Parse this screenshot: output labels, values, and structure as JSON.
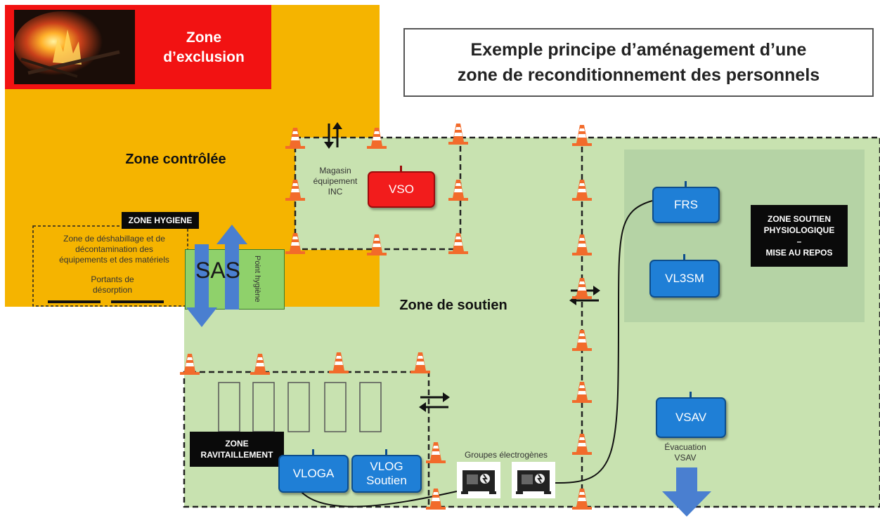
{
  "title": {
    "line1": "Exemple principe d’aménagement d’une",
    "line2": "zone de reconditionnement des personnels"
  },
  "zones": {
    "exclusion_line1": "Zone",
    "exclusion_line2": "d’exclusion",
    "controlee": "Zone contrôlée",
    "soutien": "Zone de soutien",
    "hygiene": "ZONE HYGIENE",
    "physio_line1": "ZONE SOUTIEN",
    "physio_line2": "PHYSIOLOGIQUE",
    "physio_line3": "–",
    "physio_line4": "MISE AU REPOS",
    "ravit_line1": "ZONE",
    "ravit_line2": "RAVITAILLEMENT"
  },
  "texts": {
    "decon_line1": "Zone de déshabillage et de",
    "decon_line2": "décontamination des",
    "decon_line3": "équipements et des matériels",
    "portants_line1": "Portants de",
    "portants_line2": "désorption",
    "magasin_line1": "Magasin",
    "magasin_line2": "équipement",
    "magasin_line3": "INC",
    "sas": "SAS",
    "point_hygiene": "Point hygiène",
    "groupes": "Groupes électrogènes",
    "evac_line1": "Évacuation",
    "evac_line2": "VSAV"
  },
  "vehicles": {
    "vso": "VSO",
    "frs": "FRS",
    "vl3sm": "VL3SM",
    "vsav": "VSAV",
    "vloga": "VLOGA",
    "vlog_line1": "VLOG",
    "vlog_line2": "Soutien"
  },
  "colors": {
    "controlee": "#f5b400",
    "exclusion": "#f21212",
    "soutien": "#c8e2b0",
    "vehicle_blue": "#1f7fd6",
    "vehicle_red": "#f21c1c",
    "arrow_blue": "#4a7fd0",
    "cone_orange": "#f26b2b"
  },
  "icons": {
    "cone": "traffic-cone-icon",
    "generator": "generator-icon",
    "bidirectional": "two-way-arrow-icon"
  }
}
